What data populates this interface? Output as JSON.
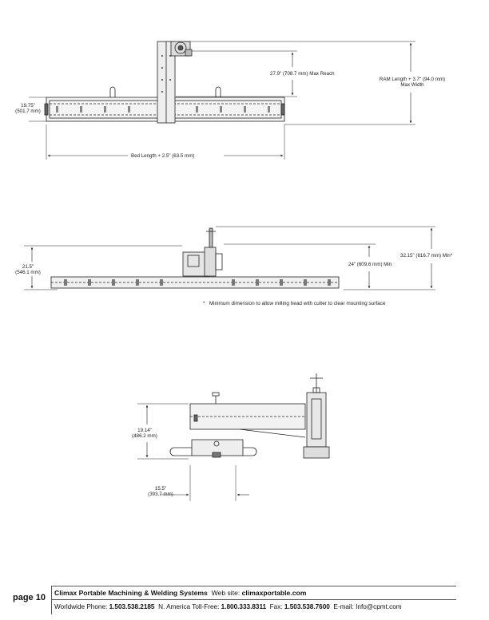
{
  "dimensions": {
    "max_reach": "27.9\" (708.7 mm) Max Reach",
    "ram_length_line1": "RAM Length + 3.7\" (94.0 mm)",
    "ram_length_line2": "Max Width",
    "top_height_line1": "19.75\"",
    "top_height_line2": "(501.7 mm)",
    "bed_length": "Bed Length + 2.5\" (63.5 mm)",
    "side_height_line1": "21.5\"",
    "side_height_line2": "(546.1 mm)",
    "min_24": "24\" (609.6 mm) Min",
    "min_32": "32.15\" (816.7 mm) Min*",
    "end_height_line1": "19.14\"",
    "end_height_line2": "(486.2 mm)",
    "end_width_line1": "15.5\"",
    "end_width_line2": "(393.7 mm)"
  },
  "note": {
    "asterisk": "*",
    "text": "Minimum dimension to allow milling head with cutter to clear mounting surface"
  },
  "footer": {
    "page": "page 10",
    "company": "Climax Portable Machining & Welding Systems",
    "web_label": "Web site:",
    "web": "climaxportable.com",
    "phone_label": "Worldwide Phone:",
    "phone": "1.503.538.2185",
    "tollfree_label": "N. America Toll-Free:",
    "tollfree": "1.800.333.8311",
    "fax_label": "Fax:",
    "fax": "1.503.538.7600",
    "email_label": "E-mail:",
    "email": "Info@cpmt.com"
  }
}
